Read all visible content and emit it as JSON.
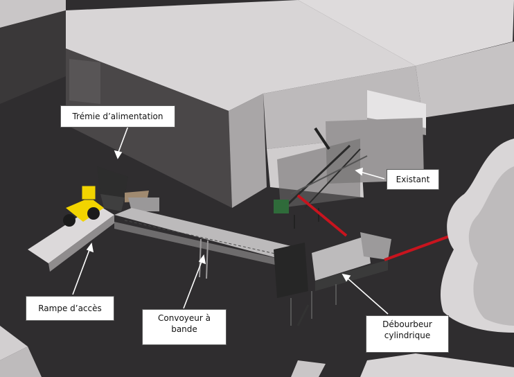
{
  "labels": {
    "tremie": "Trémie d’alimentation",
    "existant": "Existant",
    "rampe": "Rampe d’accès",
    "convoyeur_line1": "Convoyeur à",
    "convoyeur_line2": "bande",
    "debourbeur_line1": "Débourbeur",
    "debourbeur_line2": "cylindrique"
  },
  "colors": {
    "background": "#2f2d2f",
    "building": "#d6d3d4",
    "building_shadow": "#b4b1b2",
    "ramp": "#d9d6d7",
    "machine": "#3a3a3a",
    "conveyor_red": "#c8141e",
    "loader_yellow": "#f2d400",
    "label_bg": "#ffffff"
  }
}
